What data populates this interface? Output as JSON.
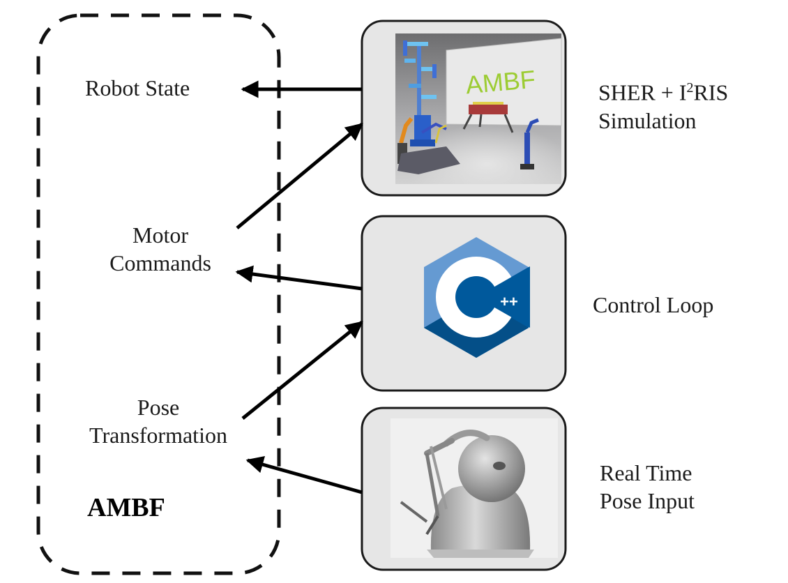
{
  "amb_block": {
    "title": "AMBF"
  },
  "left_labels": {
    "robot_state": "Robot State",
    "motor_commands": [
      "Motor",
      "Commands"
    ],
    "pose_transformation": [
      "Pose",
      "Transformation"
    ]
  },
  "right_labels": {
    "simulation": {
      "line1_prefix": "SHER + I",
      "line1_sup": "2",
      "line1_suffix": "RIS",
      "line2": "Simulation"
    },
    "control_loop": "Control Loop",
    "pose_input": [
      "Real Time",
      "Pose Input"
    ]
  },
  "sim_image": {
    "banner_text": "AMBF"
  },
  "cpp_logo": {
    "text": "C",
    "suffix": "++"
  },
  "colors": {
    "box_fill": "#e6e6e6",
    "box_stroke": "#1a1a1a",
    "arrow": "#000000",
    "hex_light": "#659ad2",
    "hex_mid": "#00599c",
    "hex_dark": "#044f88",
    "banner_text": "#9ccc33"
  }
}
